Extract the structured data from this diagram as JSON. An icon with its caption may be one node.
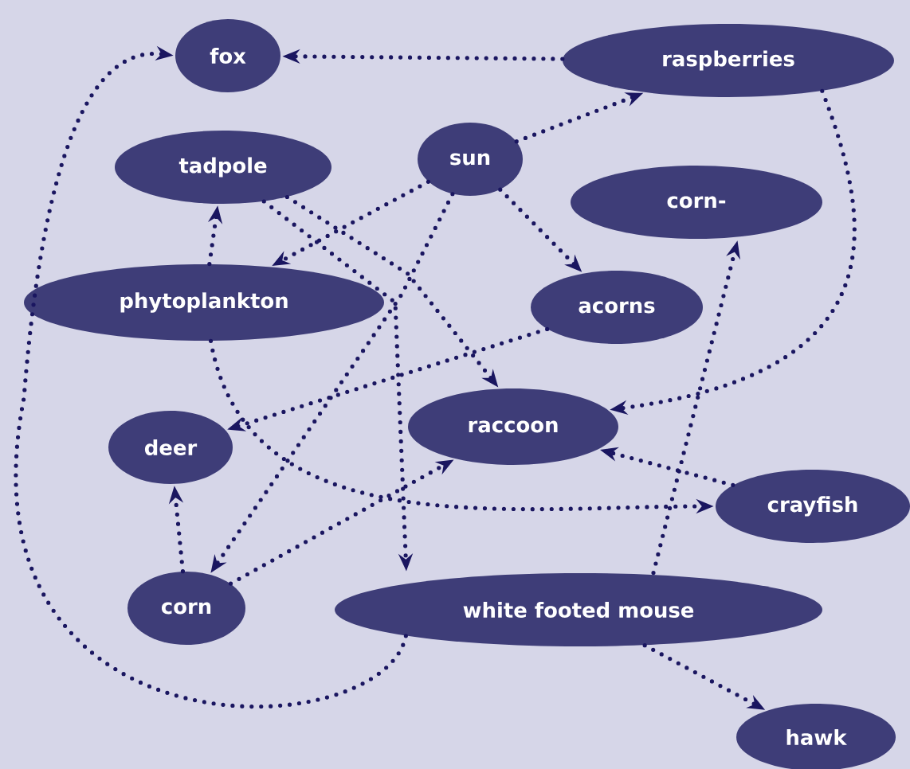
{
  "diagram": {
    "nodes": [
      {
        "text": [
          "fox"
        ]
      },
      {
        "text": [
          "raspberries"
        ]
      },
      {
        "text": [
          "tadpole"
        ]
      },
      {
        "text": [
          "sun"
        ]
      },
      {
        "text": [
          "corn-"
        ]
      },
      {
        "text": [
          "phytoplankton"
        ]
      },
      {
        "text": [
          "acorns"
        ]
      },
      {
        "text": [
          "deer"
        ]
      },
      {
        "text": [
          "raccoon"
        ]
      },
      {
        "text": [
          "crayfish"
        ]
      },
      {
        "text": [
          "corn"
        ]
      },
      {
        "text": [
          "white footed mouse"
        ]
      },
      {
        "text": [
          "hawk"
        ]
      }
    ],
    "edges": [
      {
        "from": 1,
        "to": 0,
        "arrow": "to"
      },
      {
        "from": 11,
        "to": 0,
        "arrow": "to"
      },
      {
        "from": 3,
        "to": 1,
        "arrow": "to"
      },
      {
        "from": 3,
        "to": 5,
        "arrow": "to"
      },
      {
        "from": 3,
        "to": 6,
        "arrow": "to"
      },
      {
        "from": 3,
        "to": 10,
        "arrow": "to"
      },
      {
        "from": 5,
        "to": 2,
        "arrow": "to"
      },
      {
        "from": 2,
        "to": 8,
        "arrow": "to"
      },
      {
        "from": 2,
        "to": 11,
        "arrow": "to"
      },
      {
        "from": 5,
        "to": 9,
        "arrow": "to"
      },
      {
        "from": 6,
        "to": 7,
        "arrow": "to"
      },
      {
        "from": 1,
        "to": 8,
        "arrow": "to"
      },
      {
        "from": 9,
        "to": 8,
        "arrow": "to"
      },
      {
        "from": 10,
        "to": 7,
        "arrow": "to"
      },
      {
        "from": 10,
        "to": 8,
        "arrow": "to"
      },
      {
        "from": 11,
        "to": 4,
        "arrow": "to"
      },
      {
        "from": 11,
        "to": 12,
        "arrow": "to"
      }
    ]
  }
}
